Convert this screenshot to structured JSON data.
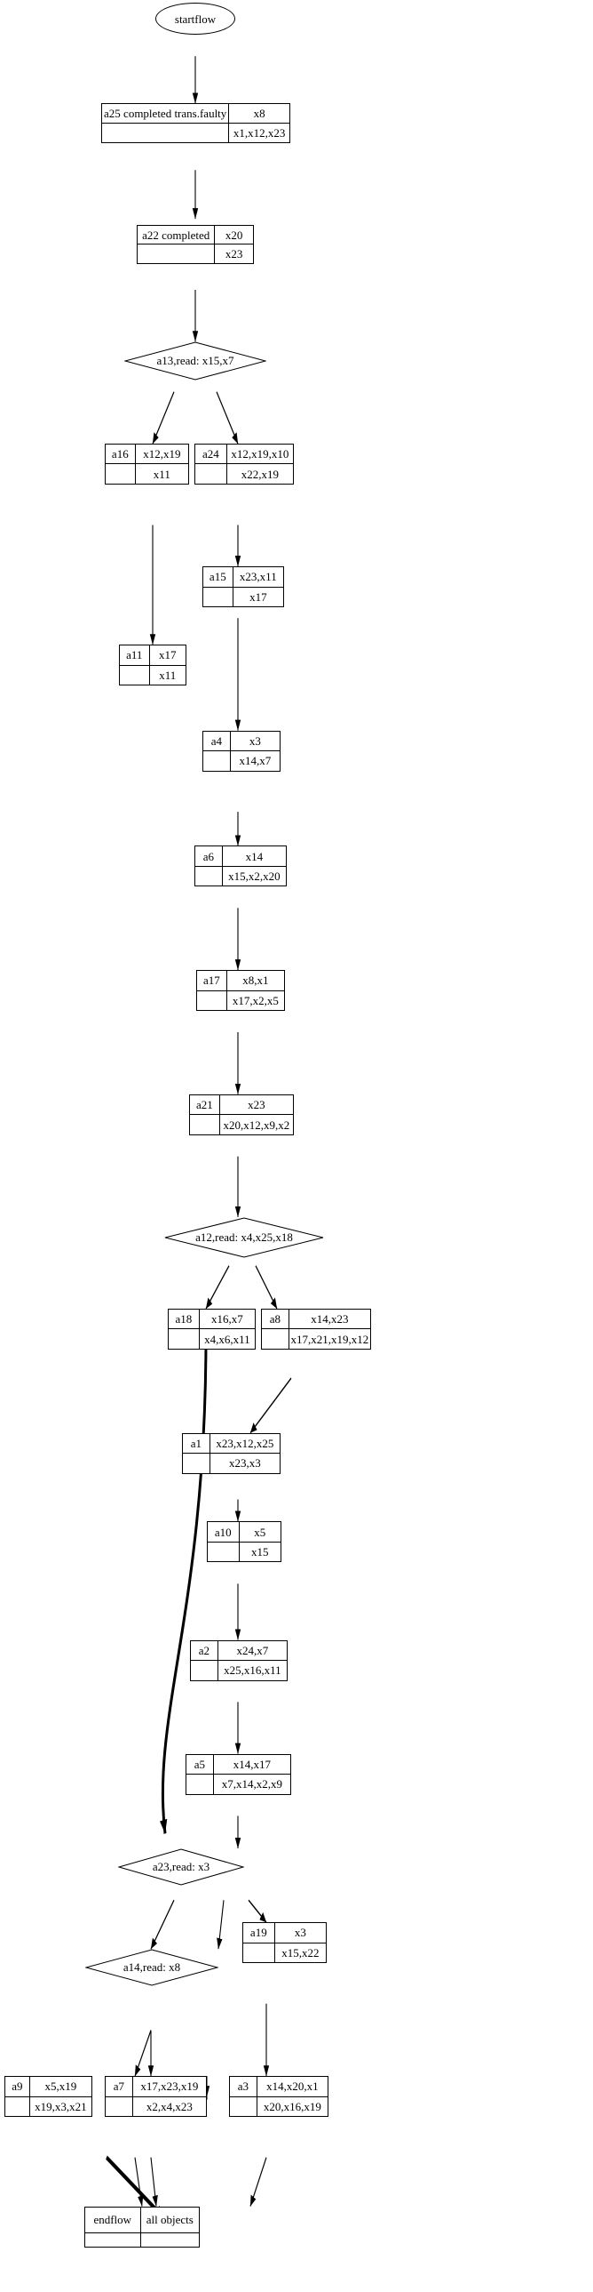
{
  "diagram": {
    "title": "workflow-petri-net",
    "start_node": {
      "label": "startflow"
    },
    "end_node": {
      "left": "endflow",
      "right": "all objects"
    },
    "decisions": [
      {
        "id": "a13",
        "label": "a13,read: x15,x7"
      },
      {
        "id": "a12",
        "label": "a12,read: x4,x25,x18"
      },
      {
        "id": "a23",
        "label": "a23,read: x3"
      },
      {
        "id": "a14",
        "label": "a14,read: x8"
      }
    ],
    "activities": [
      {
        "id": "a25",
        "name": "a25  completed trans.faulty",
        "inputs": "x8",
        "outputs": "x1,x12,x23"
      },
      {
        "id": "a22",
        "name": "a22 completed",
        "inputs": "x20",
        "outputs": "x23"
      },
      {
        "id": "a16",
        "name": "a16",
        "inputs": "x12,x19",
        "outputs": "x11"
      },
      {
        "id": "a24",
        "name": "a24",
        "inputs": "x12,x19,x10",
        "outputs": "x22,x19"
      },
      {
        "id": "a15",
        "name": "a15",
        "inputs": "x23,x11",
        "outputs": "x17"
      },
      {
        "id": "a11",
        "name": "a11",
        "inputs": "x17",
        "outputs": "x11"
      },
      {
        "id": "a4",
        "name": "a4",
        "inputs": "x3",
        "outputs": "x14,x7"
      },
      {
        "id": "a6",
        "name": "a6",
        "inputs": "x14",
        "outputs": "x15,x2,x20"
      },
      {
        "id": "a17",
        "name": "a17",
        "inputs": "x8,x1",
        "outputs": "x17,x2,x5"
      },
      {
        "id": "a21",
        "name": "a21",
        "inputs": "x23",
        "outputs": "x20,x12,x9,x2"
      },
      {
        "id": "a18",
        "name": "a18",
        "inputs": "x16,x7",
        "outputs": "x4,x6,x11"
      },
      {
        "id": "a8",
        "name": "a8",
        "inputs": "x14,x23",
        "outputs": "x17,x21,x19,x12"
      },
      {
        "id": "a1",
        "name": "a1",
        "inputs": "x23,x12,x25",
        "outputs": "x23,x3"
      },
      {
        "id": "a10",
        "name": "a10",
        "inputs": "x5",
        "outputs": "x15"
      },
      {
        "id": "a2",
        "name": "a2",
        "inputs": "x24,x7",
        "outputs": "x25,x16,x11"
      },
      {
        "id": "a5",
        "name": "a5",
        "inputs": "x14,x17",
        "outputs": "x7,x14,x2,x9"
      },
      {
        "id": "a19",
        "name": "a19",
        "inputs": "x3",
        "outputs": "x15,x22"
      },
      {
        "id": "a9",
        "name": "a9",
        "inputs": "x5,x19",
        "outputs": "x19,x3,x21"
      },
      {
        "id": "a7",
        "name": "a7",
        "inputs": "x17,x23,x19",
        "outputs": "x2,x4,x23"
      },
      {
        "id": "a3",
        "name": "a3",
        "inputs": "x14,x20,x1",
        "outputs": "x20,x16,x19"
      }
    ],
    "edges": [
      {
        "from": "startflow",
        "to": "a25",
        "weight": "thin"
      },
      {
        "from": "a25",
        "to": "a22",
        "weight": "thin"
      },
      {
        "from": "a22",
        "to": "a13",
        "weight": "thin"
      },
      {
        "from": "a13",
        "to": "a16",
        "weight": "thin"
      },
      {
        "from": "a13",
        "to": "a24",
        "weight": "thin"
      },
      {
        "from": "a16",
        "to": "a11",
        "weight": "thin"
      },
      {
        "from": "a24",
        "to": "a15",
        "weight": "thin"
      },
      {
        "from": "a15",
        "to": "a4",
        "weight": "thin"
      },
      {
        "from": "a4",
        "to": "a6",
        "weight": "thin"
      },
      {
        "from": "a6",
        "to": "a17",
        "weight": "thin"
      },
      {
        "from": "a17",
        "to": "a21",
        "weight": "thin"
      },
      {
        "from": "a21",
        "to": "a12",
        "weight": "thin"
      },
      {
        "from": "a12",
        "to": "a18",
        "weight": "thin"
      },
      {
        "from": "a12",
        "to": "a8",
        "weight": "thin"
      },
      {
        "from": "a18",
        "to": "a1",
        "weight": "thick"
      },
      {
        "from": "a8",
        "to": "a1",
        "weight": "thin"
      },
      {
        "from": "a1",
        "to": "a10",
        "weight": "thin"
      },
      {
        "from": "a10",
        "to": "a2",
        "weight": "thin"
      },
      {
        "from": "a2",
        "to": "a5",
        "weight": "thin"
      },
      {
        "from": "a5",
        "to": "a23",
        "weight": "thin"
      },
      {
        "from": "a11",
        "to": "a23",
        "weight": "thick"
      },
      {
        "from": "a23",
        "to": "a14",
        "weight": "thin"
      },
      {
        "from": "a23",
        "to": "a19",
        "weight": "thin"
      },
      {
        "from": "a14",
        "to": "a9",
        "weight": "thin"
      },
      {
        "from": "a14",
        "to": "a7",
        "weight": "thin"
      },
      {
        "from": "a19",
        "to": "a3",
        "weight": "thin"
      },
      {
        "from": "a9",
        "to": "endflow",
        "weight": "thick"
      },
      {
        "from": "a7",
        "to": "endflow",
        "weight": "thick"
      },
      {
        "from": "a3",
        "to": "endflow",
        "weight": "thin"
      }
    ],
    "colors": {
      "stroke": "#000000",
      "fill": "#ffffff"
    }
  }
}
